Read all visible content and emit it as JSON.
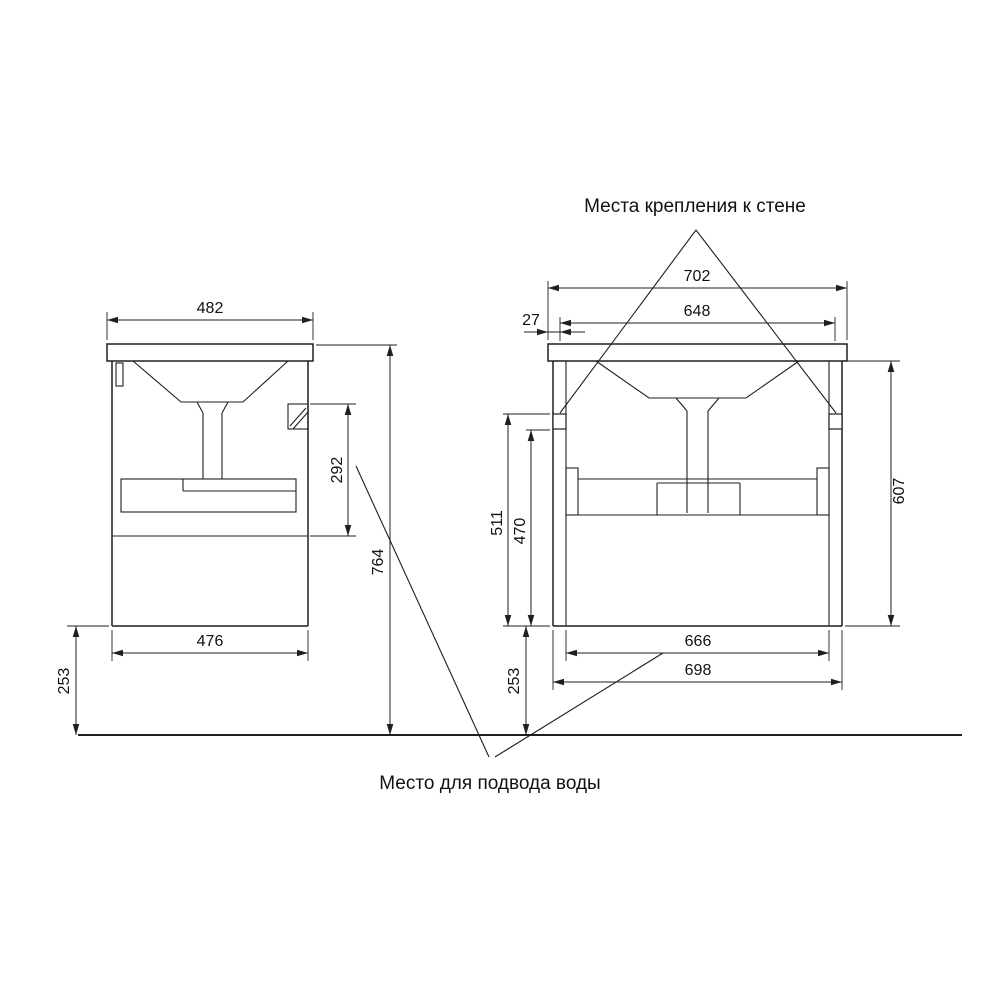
{
  "labels": {
    "wall_mounting": "Места крепления к стене",
    "water_supply": "Место для подвода воды"
  },
  "side_view": {
    "top_width": "482",
    "body_width": "476",
    "drawer_zone_height": "292",
    "total_height": "764",
    "floor_clearance": "253"
  },
  "front_view": {
    "top_width": "702",
    "mount_offset": "27",
    "mount_spacing": "648",
    "mount_height": "511",
    "inner_height": "470",
    "body_height": "607",
    "inner_width": "666",
    "body_width": "698",
    "floor_clearance": "253"
  }
}
